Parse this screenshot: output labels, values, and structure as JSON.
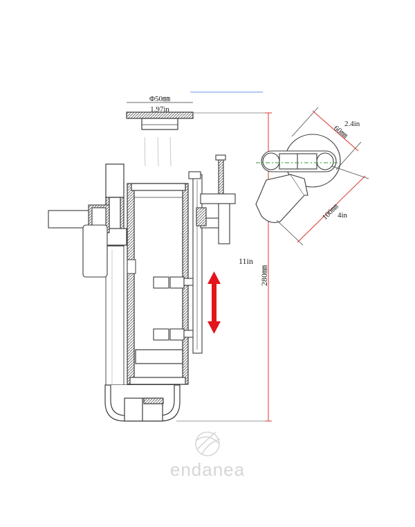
{
  "dimensions": {
    "top_diameter_mm": "Φ50㎜",
    "top_diameter_in": "1.97in",
    "height_in": "11in",
    "height_mm": "280㎜",
    "clamp_width_mm": "60㎜",
    "clamp_width_in": "2.4in",
    "clamp_length_mm": "100㎜",
    "clamp_length_in": "4in"
  },
  "brand": {
    "name": "endanea"
  },
  "colors": {
    "line": "#3a3a3a",
    "dim_red": "#d9342b",
    "arrow_red": "#e3141b",
    "center_green": "#2e9b3e",
    "accent_blue": "#3a6fd8",
    "brand_gray": "#d6d6d6"
  },
  "icons": {
    "adjust_arrow": "double-headed-vertical-arrow",
    "logo": "sphere-logo"
  }
}
